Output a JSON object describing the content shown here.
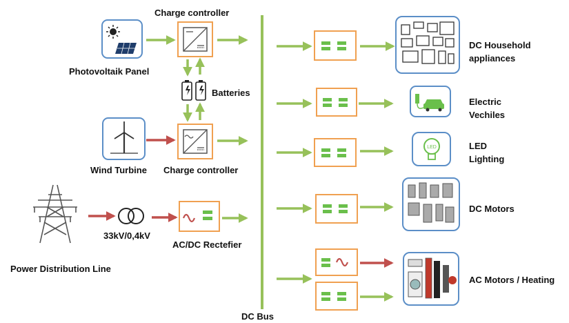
{
  "colors": {
    "arrow_green": "#97c15a",
    "arrow_red": "#c0504d",
    "converter_border": "#f0a050",
    "icon_border": "#5b8ec7",
    "bus": "#97c15a",
    "dc_symbol": "#6abf4b"
  },
  "sources": {
    "pv_label": "Photovoltaik Panel",
    "wind_label": "Wind Turbine",
    "grid_label": "Power Distribution Line",
    "charge_controller_top": "Charge controller",
    "charge_controller_bottom": "Charge controller",
    "batteries_label": "Batteries",
    "transformer_label": "33kV/0,4kV",
    "rectifier_label": "AC/DC Rectefier"
  },
  "bus": {
    "label": "DC Bus"
  },
  "loads": {
    "household": [
      "DC Household",
      "appliances"
    ],
    "ev": [
      "Electric",
      "Vechiles"
    ],
    "led": [
      "LED",
      "Lighting"
    ],
    "motors": "DC Motors",
    "ac": "AC Motors / Heating"
  },
  "icons": {
    "pv": "solar-panel-icon",
    "wind": "wind-turbine-icon",
    "grid": "power-pylon-icon",
    "transformer": "transformer-icon",
    "battery": "battery-icon",
    "household": "appliances-icon",
    "ev": "ev-charging-icon",
    "led": "led-bulb-icon",
    "motors": "dc-motors-icon",
    "ac": "ac-appliances-icon"
  }
}
